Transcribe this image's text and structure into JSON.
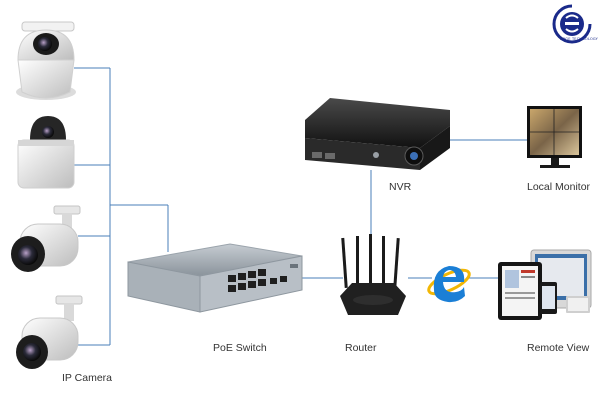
{
  "diagram": {
    "nodes": [
      {
        "id": "ip-camera",
        "label": "IP Camera"
      },
      {
        "id": "poe-switch",
        "label": "PoE Switch"
      },
      {
        "id": "router",
        "label": "Router"
      },
      {
        "id": "nvr",
        "label": "NVR"
      },
      {
        "id": "local-monitor",
        "label": "Local Monitor"
      },
      {
        "id": "remote-view",
        "label": "Remote View"
      }
    ],
    "edges": [
      [
        "ip-camera",
        "poe-switch"
      ],
      [
        "poe-switch",
        "router"
      ],
      [
        "router",
        "nvr"
      ],
      [
        "nvr",
        "local-monitor"
      ],
      [
        "router",
        "remote-view"
      ]
    ]
  },
  "logo": {
    "letter": "e",
    "text": "EDGE TECHNOLOGY"
  },
  "colors": {
    "connector": "#4a7fb8",
    "camera_body": "#e8e8e8",
    "device_dark": "#1e1e1e",
    "switch_body": "#9aa3ab",
    "ie_blue": "#1b7fd6",
    "logo_blue": "#1a2a8a"
  },
  "icons": [
    "dome-camera-icon",
    "ptz-camera-icon",
    "bullet-camera-icon",
    "poe-switch-icon",
    "router-icon",
    "nvr-icon",
    "monitor-icon",
    "internet-explorer-icon",
    "tablet-icon",
    "logo-icon"
  ]
}
